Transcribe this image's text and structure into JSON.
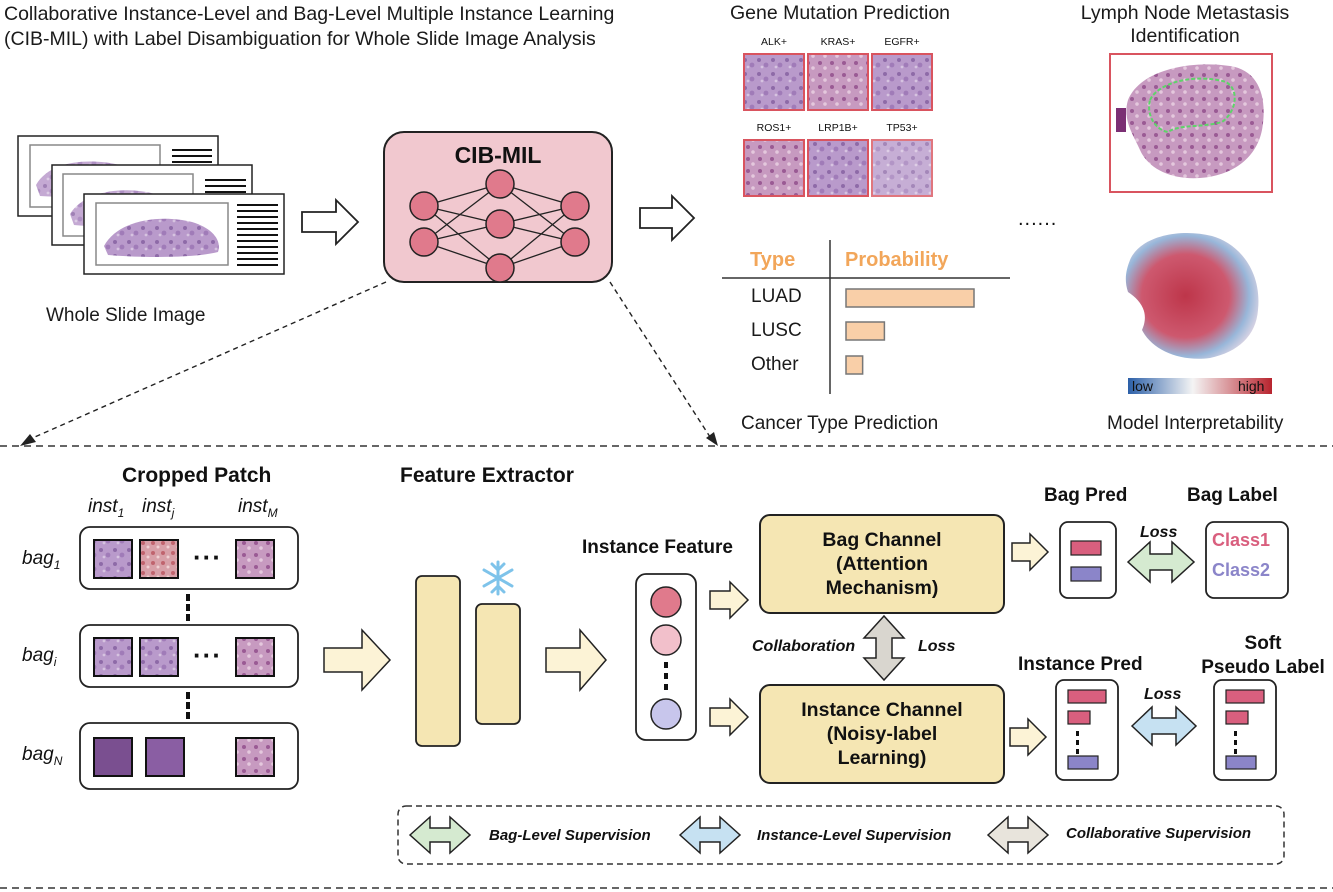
{
  "title_line1": "Collaborative Instance-Level and Bag-Level Multiple Instance Learning",
  "title_line2": "(CIB-MIL) with Label Disambiguation for Whole Slide Image Analysis",
  "wsi_label": "Whole Slide Image",
  "model_name": "CIB-MIL",
  "gene_header": "Gene Mutation Prediction",
  "gene_labels": [
    "ALK+",
    "KRAS+",
    "EGFR+",
    "ROS1+",
    "LRP1B+",
    "TP53+"
  ],
  "lymph_header_line1": "Lymph Node Metastasis",
  "lymph_header_line2": "Identification",
  "ellipsis": "......",
  "cancer_table": {
    "col_type": "Type",
    "col_prob": "Probability",
    "rows": [
      {
        "type": "LUAD",
        "prob": 1.0
      },
      {
        "type": "LUSC",
        "prob": 0.3
      },
      {
        "type": "Other",
        "prob": 0.13
      }
    ]
  },
  "cancer_caption": "Cancer Type Prediction",
  "heat_low": "low",
  "heat_high": "high",
  "interp_caption": "Model Interpretability",
  "cropped_patch": "Cropped Patch",
  "inst_base": "inst",
  "inst_subs": [
    "1",
    "j",
    "M"
  ],
  "bag_base": "bag",
  "bag_subs": [
    "1",
    "i",
    "N"
  ],
  "dots_h": "···",
  "feature_extractor": "Feature Extractor",
  "instance_feature": "Instance Feature",
  "bag_channel": {
    "line1": "Bag Channel",
    "line2": "(Attention",
    "line3": "Mechanism)"
  },
  "instance_channel": {
    "line1": "Instance Channel",
    "line2": "(Noisy-label",
    "line3": "Learning)"
  },
  "collaboration": "Collaboration",
  "loss": "Loss",
  "bag_pred": "Bag Pred",
  "bag_label": "Bag Label",
  "class1": "Class1",
  "class2": "Class2",
  "instance_pred": "Instance Pred",
  "soft_pseudo_line1": "Soft",
  "soft_pseudo_line2": "Pseudo Label",
  "legend": {
    "bag_level": "Bag-Level Supervision",
    "instance_level": "Instance-Level Supervision",
    "collaborative": "Collaborative Supervision"
  },
  "colors": {
    "pink_fill": "#f1c8cf",
    "node": "#e07a8c",
    "yellow": "#f5e6b3",
    "orange_text": "#f2a65a",
    "bar_orange": "#f9cfa8",
    "class1": "#d95f7e",
    "class2": "#8b85c9",
    "green_arrow": "#d5ead0",
    "blue_arrow": "#c6e1f2",
    "beige_arrow": "#d9d6cf"
  }
}
